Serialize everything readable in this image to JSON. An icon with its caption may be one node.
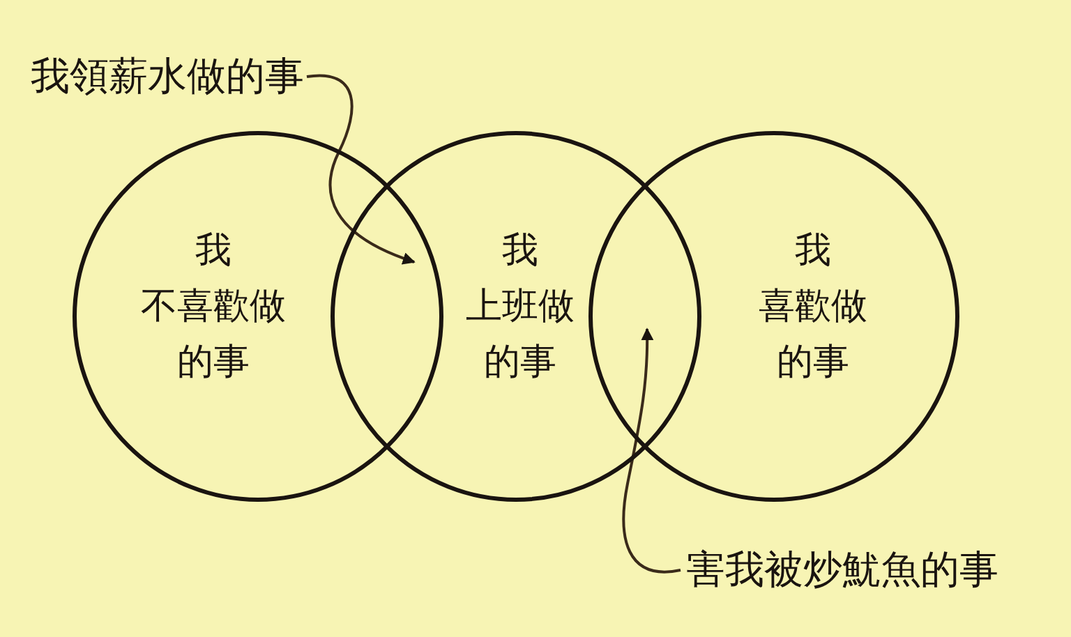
{
  "diagram": {
    "nodes": [
      {
        "text": [
          "我不喜歡做的事"
        ]
      },
      {
        "text": [
          "我上班做的事"
        ]
      },
      {
        "text": [
          "我喜歡做的事"
        ]
      },
      {
        "text": [
          "我領薪水做的事"
        ]
      },
      {
        "text": [
          "害我被炒魷魚的事"
        ]
      }
    ],
    "edges": [
      {
        "from": 3,
        "to": 0,
        "arrow": "to"
      },
      {
        "from": 4,
        "to": 1,
        "arrow": "to"
      }
    ]
  }
}
